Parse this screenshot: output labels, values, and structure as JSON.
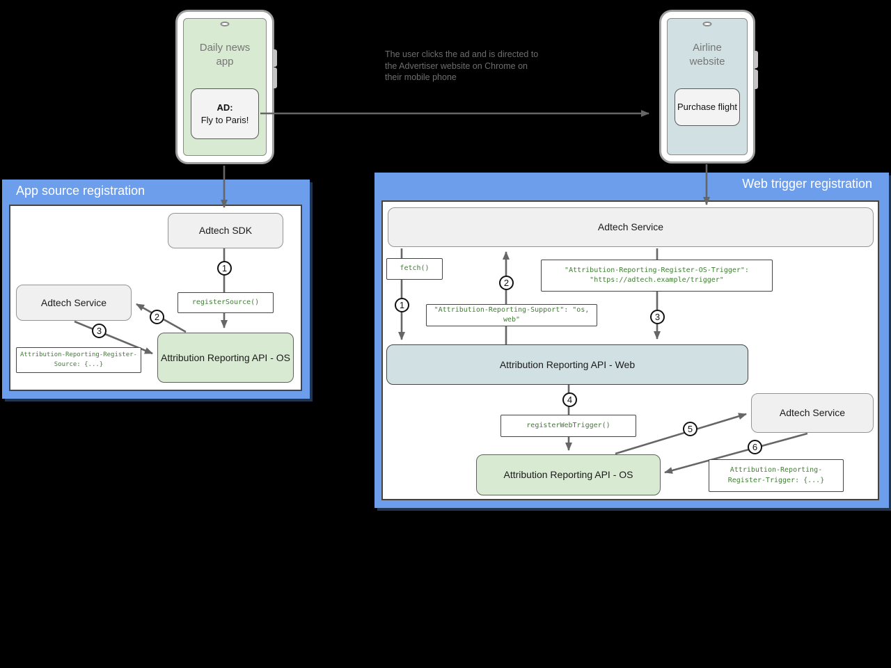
{
  "colors": {
    "panel_blue": "#6d9eeb",
    "screen_green": "#d9ead3",
    "screen_blue": "#d0e0e3",
    "node_gray": "#f0f0f0",
    "code_green": "#3e7d32",
    "arrow_gray": "#666666"
  },
  "phones": {
    "left": {
      "title": "Daily news app",
      "ad_label": "AD:",
      "ad_text": "Fly to Paris!"
    },
    "right": {
      "title": "Airline website",
      "button": "Purchase flight"
    }
  },
  "caption": {
    "line1": "The user clicks the ad and is directed to",
    "line2": "the Advertiser website on Chrome on",
    "line3": "their mobile phone"
  },
  "app_panel": {
    "title": "App source registration",
    "nodes": {
      "adtech_sdk": "Adtech SDK",
      "adtech_service": "Adtech Service",
      "register_source": "registerSource()",
      "register_source_header_l1": "Attribution-Reporting-Register-",
      "register_source_header_l2": "Source: {...}",
      "api_os": "Attribution Reporting API - OS"
    },
    "steps": {
      "s1": "1",
      "s2": "2",
      "s3": "3"
    }
  },
  "web_panel": {
    "title": "Web trigger registration",
    "nodes": {
      "adtech_service_top": "Adtech Service",
      "fetch": "fetch()",
      "os_trigger_l1": "\"Attribution-Reporting-Register-OS-Trigger\":",
      "os_trigger_l2": "\"https://adtech.example/trigger\"",
      "support_header": "\"Attribution-Reporting-Support\": \"os, web\"",
      "api_web": "Attribution Reporting API - Web",
      "register_web_trigger": "registerWebTrigger()",
      "api_os": "Attribution Reporting API - OS",
      "adtech_service_right": "Adtech Service",
      "register_trigger_l1": "Attribution-Reporting-",
      "register_trigger_l2": "Register-Trigger: {...}"
    },
    "steps": {
      "s1": "1",
      "s2": "2",
      "s3": "3",
      "s4": "4",
      "s5": "5",
      "s6": "6"
    }
  }
}
